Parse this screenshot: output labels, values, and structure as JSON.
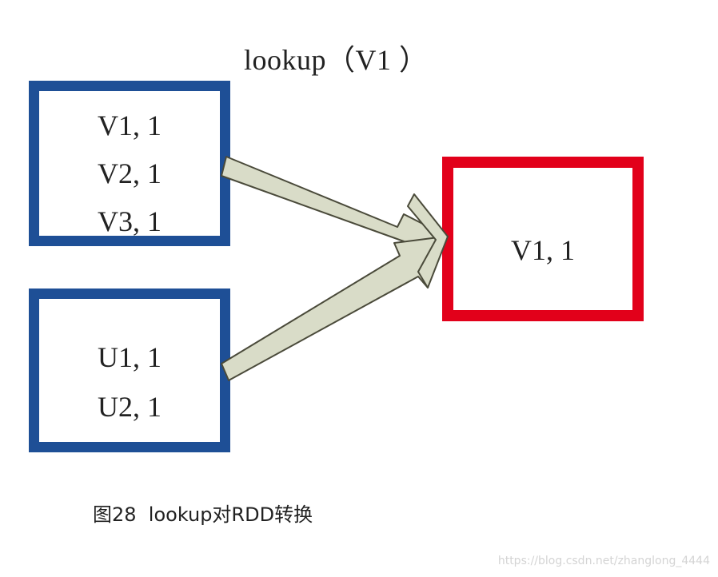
{
  "title": "lookup（V1 ）",
  "source_box": {
    "lines": [
      "V1, 1",
      "V2, 1",
      "V3, 1"
    ],
    "border_color": "#1e4f96"
  },
  "other_box": {
    "lines": [
      "U1, 1",
      "U2, 1"
    ],
    "border_color": "#1e4f96"
  },
  "result_box": {
    "lines": [
      "V1, 1"
    ],
    "border_color": "#e2001a"
  },
  "arrow_fill": "#d9dcc8",
  "caption": "图28  lookup对RDD转换",
  "watermark": "https://blog.csdn.net/zhanglong_4444"
}
